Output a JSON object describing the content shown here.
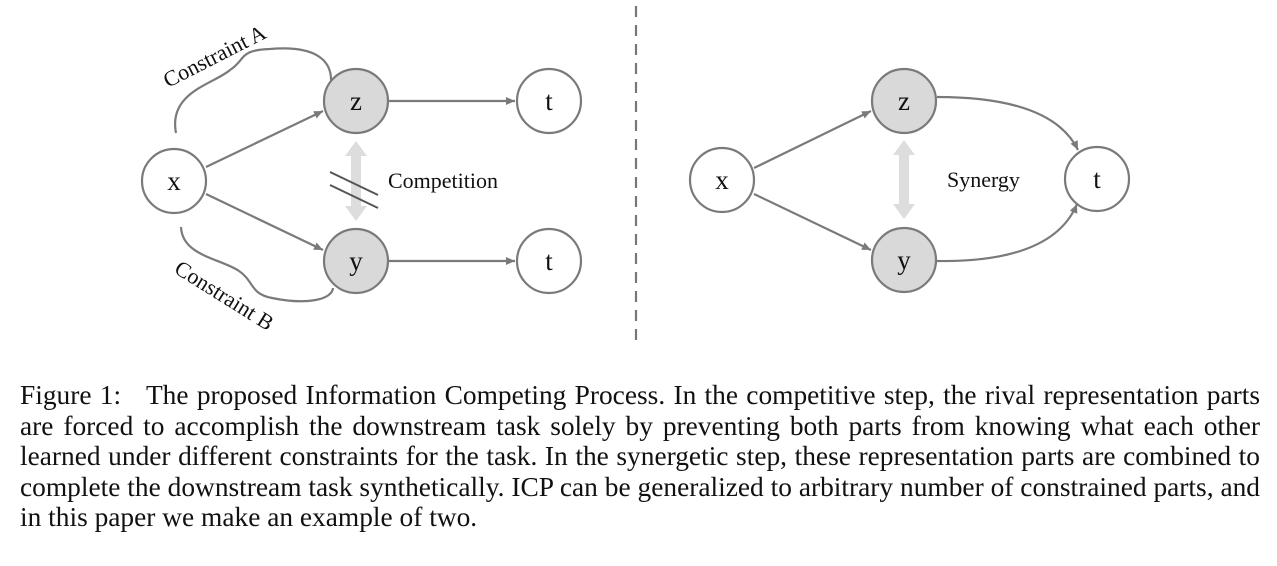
{
  "left_panel": {
    "nodes": {
      "x": "x",
      "z": "z",
      "y": "y",
      "t_top": "t",
      "t_bottom": "t"
    },
    "labels": {
      "constraint_a": "Constraint A",
      "constraint_b": "Constraint B",
      "competition": "Competition"
    }
  },
  "right_panel": {
    "nodes": {
      "x": "x",
      "z": "z",
      "y": "y",
      "t": "t"
    },
    "labels": {
      "synergy": "Synergy"
    }
  },
  "colors": {
    "stroke": "#7a7a7a",
    "shaded_fill": "#d9d9d9",
    "arrow_light": "#dddddd",
    "text": "#111111"
  },
  "caption": {
    "figure_label": "Figure 1:",
    "text": "The proposed Information Competing Process. In the competitive step, the rival representation parts are forced to accomplish the downstream task solely by preventing both parts from knowing what each other learned under different constraints for the task. In the synergetic step, these representation parts are combined to complete the downstream task synthetically. ICP can be generalized to arbitrary number of constrained parts, and in this paper we make an example of two."
  }
}
